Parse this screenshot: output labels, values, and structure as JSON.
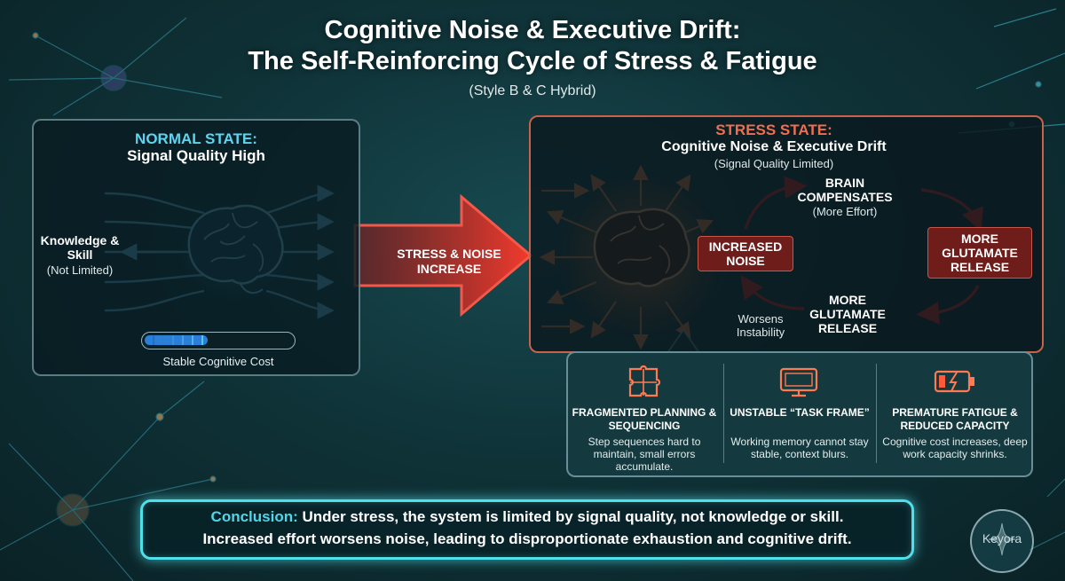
{
  "title": {
    "line1": "Cognitive Noise & Executive Drift:",
    "line2": "The Self-Reinforcing Cycle of Stress & Fatigue",
    "subtitle": "(Style B & C Hybrid)"
  },
  "normal_state": {
    "heading": "NORMAL STATE:",
    "subheading": "Signal Quality High",
    "knowledge_label": "Knowledge & Skill",
    "knowledge_note": "(Not Limited)",
    "cost_label": "Stable Cognitive Cost",
    "cost_level": 0.43
  },
  "transition": {
    "label": "STRESS & NOISE INCREASE"
  },
  "stress_state": {
    "heading": "STRESS STATE:",
    "subheading": "Cognitive Noise & Executive Drift",
    "note": "(Signal Quality Limited)",
    "increased_noise": "INCREASED NOISE",
    "brain_compensates": "BRAIN COMPENSATES",
    "more_effort": "(More Effort)",
    "more_glutamate_box": "MORE GLUTAMATE RELEASE",
    "more_glutamate_lower": "MORE GLUTAMATE RELEASE",
    "worsens": "Worsens Instability"
  },
  "effects": [
    {
      "icon": "puzzle-icon",
      "title": "FRAGMENTED PLANNING & SEQUENCING",
      "desc": "Step sequences hard to maintain, small errors accumulate."
    },
    {
      "icon": "monitor-icon",
      "title": "UNSTABLE “TASK FRAME”",
      "desc": "Working memory cannot stay stable, context blurs."
    },
    {
      "icon": "battery-icon",
      "title": "PREMATURE FATIGUE & REDUCED CAPACITY",
      "desc": "Cognitive cost increases, deep work capacity shrinks."
    }
  ],
  "conclusion": {
    "label": "Conclusion:",
    "line1_text": " Under stress, the system is limited by signal quality, not knowledge or skill.",
    "line2": "Increased effort worsens noise, leading to disproportionate exhaustion and cognitive drift."
  },
  "logo": {
    "text": "Keyora"
  },
  "colors": {
    "normal_accent": "#5fd4f0",
    "stress_accent": "#ef6f4f",
    "red_box": "#6e1d1a",
    "conclusion_glow": "#4fe0ea",
    "background": "#0f3338"
  }
}
